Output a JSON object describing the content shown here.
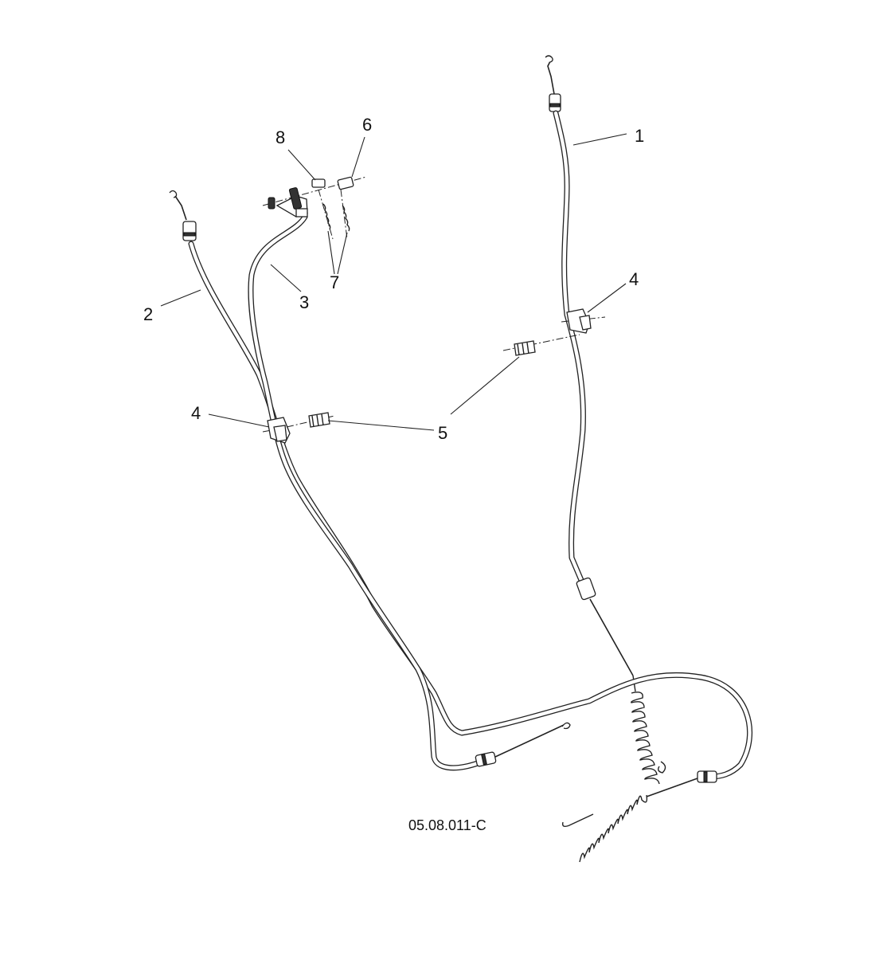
{
  "callouts": {
    "c1": "1",
    "c2": "2",
    "c3": "3",
    "c4a": "4",
    "c4b": "4",
    "c5": "5",
    "c6": "6",
    "c7": "7",
    "c8": "8"
  },
  "drawing_code": "05.08.011-C"
}
